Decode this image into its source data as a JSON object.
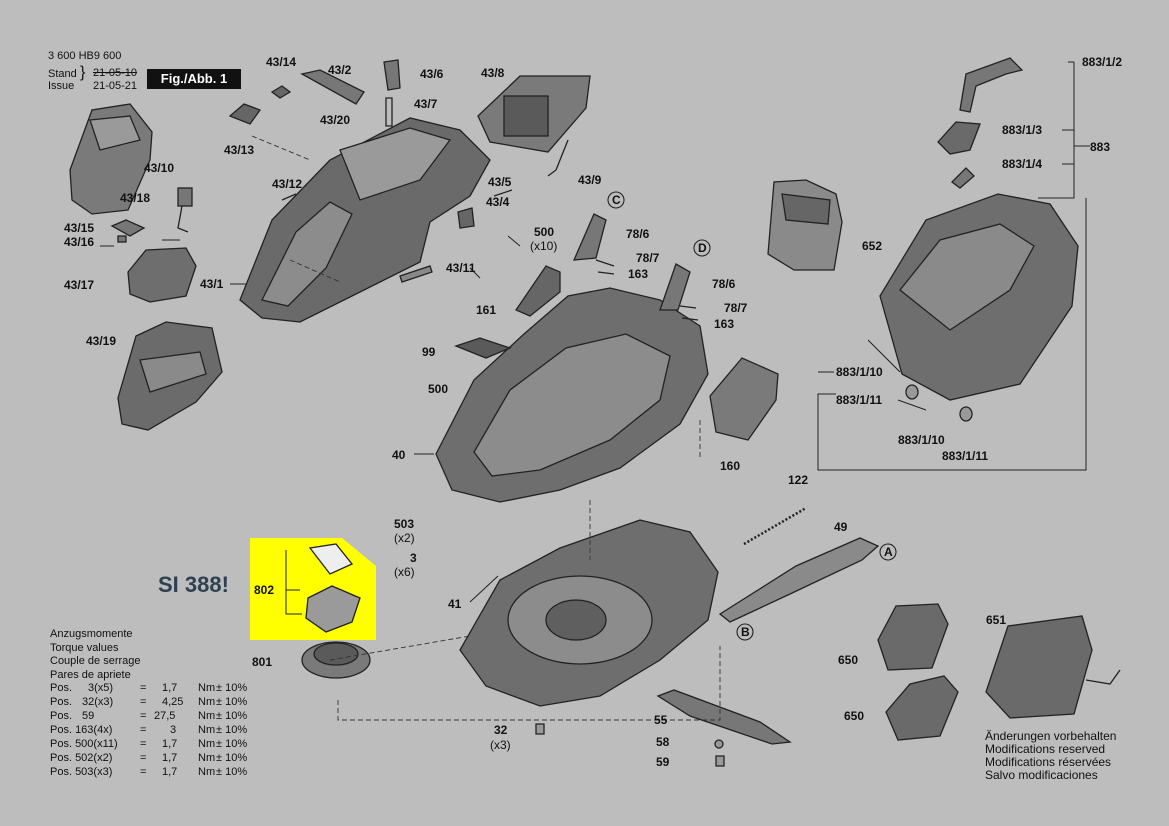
{
  "header": {
    "doc_number": "3 600 HB9 600",
    "stand_label": "Stand",
    "issue_label": "Issue",
    "stand_date": "21-05-10",
    "issue_date": "21-05-21",
    "fig_badge": "Fig./Abb. 1"
  },
  "highlight_color": "#ffff00",
  "service_note": "SI 388!",
  "part_labels": {
    "p43_14": "43/14",
    "p43_2": "43/2",
    "p43_6": "43/6",
    "p43_8": "43/8",
    "p43_7": "43/7",
    "p43_20": "43/20",
    "p43_13": "43/13",
    "p43_10": "43/10",
    "p43_18": "43/18",
    "p43_15": "43/15",
    "p43_16": "43/16",
    "p43_17": "43/17",
    "p43_19": "43/19",
    "p43_12": "43/12",
    "p43_9": "43/9",
    "p43_5": "43/5",
    "p43_4": "43/4",
    "p43_1": "43/1",
    "p43_11": "43/11",
    "p500a": "500",
    "p500a_qty": "(x10)",
    "pC": "C",
    "pD": "D",
    "p78_6a": "78/6",
    "p78_7a": "78/7",
    "p163a": "163",
    "p78_6b": "78/6",
    "p78_7b": "78/7",
    "p163b": "163",
    "p161": "161",
    "p99": "99",
    "p500b": "500",
    "p40": "40",
    "p160": "160",
    "p652": "652",
    "p883_1_2": "883/1/2",
    "p883_1_3": "883/1/3",
    "p883_1_4": "883/1/4",
    "p883": "883",
    "p883_1_10a": "883/1/10",
    "p883_1_11a": "883/1/11",
    "p883_1_10b": "883/1/10",
    "p883_1_11b": "883/1/11",
    "p122": "122",
    "p49": "49",
    "pA": "A",
    "pB": "B",
    "p503": "503",
    "p503_qty": "(x2)",
    "p3": "3",
    "p3_qty": "(x6)",
    "p802": "802",
    "p41": "41",
    "p801": "801",
    "p32": "32",
    "p32_qty": "(x3)",
    "p55": "55",
    "p58": "58",
    "p59": "59",
    "p651": "651",
    "p650a": "650",
    "p650b": "650"
  },
  "torque": {
    "headings": [
      "Anzugsmomente",
      "Torque values",
      "Couple de serrage",
      "Pares de apriete"
    ],
    "rows": [
      {
        "pos": "Pos.",
        "item": "3(x5)",
        "eq": "=",
        "value": "1,7",
        "unit": "Nm",
        "tol": "± 10%"
      },
      {
        "pos": "Pos.",
        "item": "32(x3)",
        "eq": "=",
        "value": "4,25",
        "unit": "Nm",
        "tol": "± 10%"
      },
      {
        "pos": "Pos.",
        "item": "59",
        "eq": "=",
        "value": "27,5",
        "unit": "Nm",
        "tol": "± 10%"
      },
      {
        "pos": "Pos. 163(4x)",
        "item": "",
        "eq": "=",
        "value": "3",
        "unit": "Nm",
        "tol": "± 10%"
      },
      {
        "pos": "Pos. 500(x11)",
        "item": "",
        "eq": "=",
        "value": "1,7",
        "unit": "Nm",
        "tol": "± 10%"
      },
      {
        "pos": "Pos. 502(x2)",
        "item": "",
        "eq": "=",
        "value": "1,7",
        "unit": "Nm",
        "tol": "± 10%"
      },
      {
        "pos": "Pos. 503(x3)",
        "item": "",
        "eq": "=",
        "value": "1,7",
        "unit": "Nm",
        "tol": "± 10%"
      }
    ]
  },
  "modifications": [
    "Änderungen vorbehalten",
    "Modifications reserved",
    "Modifications réservées",
    "Salvo modificaciones"
  ]
}
